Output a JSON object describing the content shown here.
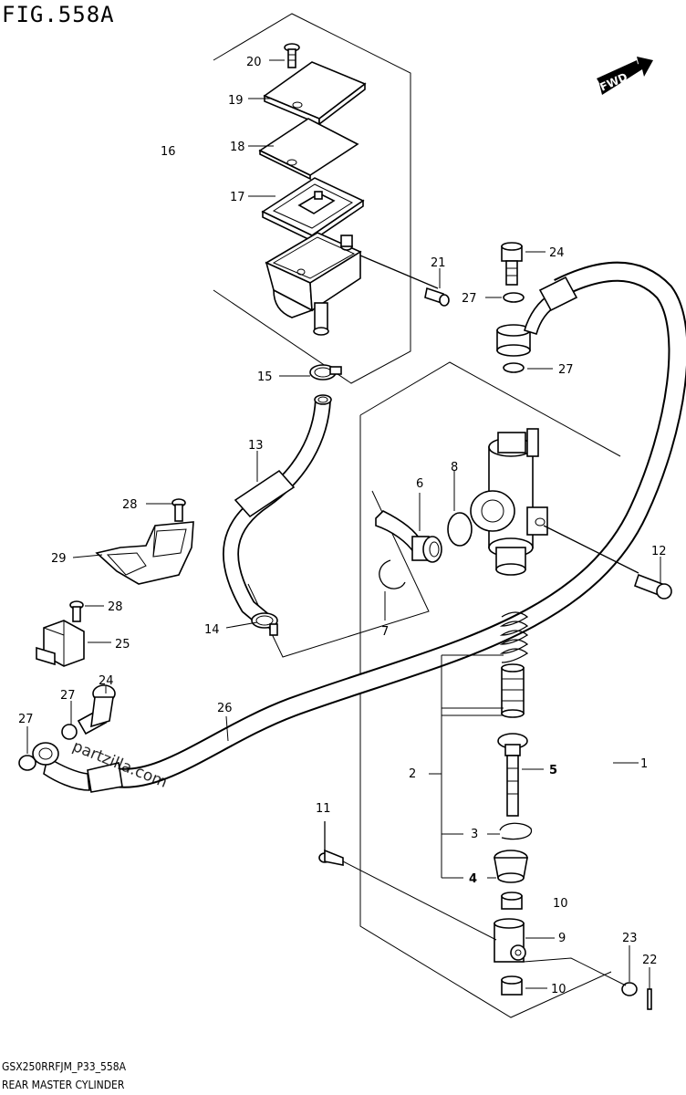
{
  "figure": {
    "title": "FIG.558A",
    "code": "GSX250RRFJM_P33_558A",
    "name": "REAR MASTER CYLINDER",
    "fwd_label": "FWD",
    "watermark": "partzilla.com"
  },
  "callouts": [
    {
      "id": "c1",
      "text": "1"
    },
    {
      "id": "c2",
      "text": "2"
    },
    {
      "id": "c3",
      "text": "3"
    },
    {
      "id": "c4",
      "text": "4"
    },
    {
      "id": "c5",
      "text": "5"
    },
    {
      "id": "c6",
      "text": "6"
    },
    {
      "id": "c7",
      "text": "7"
    },
    {
      "id": "c8",
      "text": "8"
    },
    {
      "id": "c9",
      "text": "9"
    },
    {
      "id": "c10a",
      "text": "10"
    },
    {
      "id": "c10b",
      "text": "10"
    },
    {
      "id": "c11",
      "text": "11"
    },
    {
      "id": "c12",
      "text": "12"
    },
    {
      "id": "c13",
      "text": "13"
    },
    {
      "id": "c14",
      "text": "14"
    },
    {
      "id": "c15",
      "text": "15"
    },
    {
      "id": "c16",
      "text": "16"
    },
    {
      "id": "c17",
      "text": "17"
    },
    {
      "id": "c18",
      "text": "18"
    },
    {
      "id": "c19",
      "text": "19"
    },
    {
      "id": "c20",
      "text": "20"
    },
    {
      "id": "c21",
      "text": "21"
    },
    {
      "id": "c22",
      "text": "22"
    },
    {
      "id": "c23",
      "text": "23"
    },
    {
      "id": "c24a",
      "text": "24"
    },
    {
      "id": "c24b",
      "text": "24"
    },
    {
      "id": "c25",
      "text": "25"
    },
    {
      "id": "c26",
      "text": "26"
    },
    {
      "id": "c27a",
      "text": "27"
    },
    {
      "id": "c27b",
      "text": "27"
    },
    {
      "id": "c27c",
      "text": "27"
    },
    {
      "id": "c27d",
      "text": "27"
    },
    {
      "id": "c28a",
      "text": "28"
    },
    {
      "id": "c28b",
      "text": "28"
    },
    {
      "id": "c29",
      "text": "29"
    }
  ]
}
